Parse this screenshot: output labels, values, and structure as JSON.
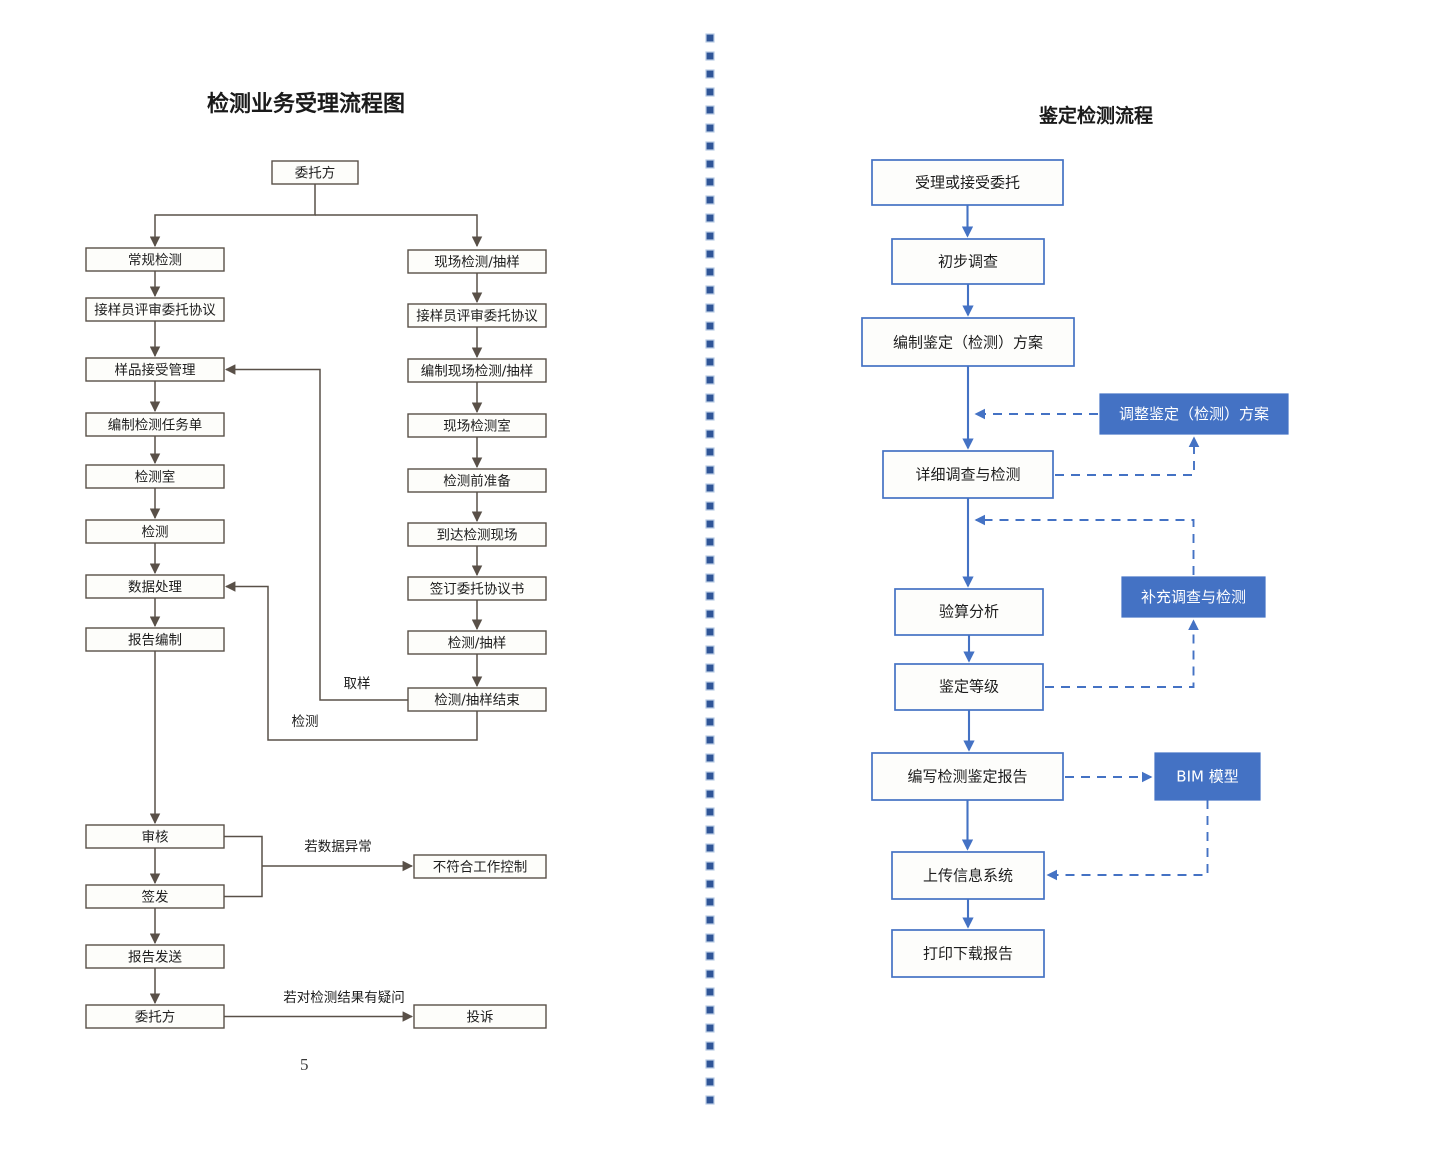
{
  "page": {
    "page_number": "5",
    "background_color": "#ffffff"
  },
  "colors": {
    "left_box_stroke": "#595048",
    "left_box_fill": "#fdfdfa",
    "right_accent": "#4472c4",
    "right_filled_text": "#ffffff",
    "divider_square": "#2f5597"
  },
  "left_chart": {
    "title": "检测业务受理流程图",
    "root": {
      "label": "委托方"
    },
    "left_branch": [
      {
        "label": "常规检测"
      },
      {
        "label": "接样员评审委托协议"
      },
      {
        "label": "样品接受管理"
      },
      {
        "label": "编制检测任务单"
      },
      {
        "label": "检测室"
      },
      {
        "label": "检测"
      },
      {
        "label": "数据处理"
      },
      {
        "label": "报告编制"
      },
      {
        "label": "审核"
      },
      {
        "label": "签发"
      },
      {
        "label": "报告发送"
      },
      {
        "label": "委托方"
      }
    ],
    "right_branch": [
      {
        "label": "现场检测/抽样"
      },
      {
        "label": "接样员评审委托协议"
      },
      {
        "label": "编制现场检测/抽样"
      },
      {
        "label": "现场检测室"
      },
      {
        "label": "检测前准备"
      },
      {
        "label": "到达检测现场"
      },
      {
        "label": "签订委托协议书"
      },
      {
        "label": "检测/抽样"
      },
      {
        "label": "检测/抽样结束"
      }
    ],
    "side_boxes": [
      {
        "label": "不符合工作控制"
      },
      {
        "label": "投诉"
      }
    ],
    "edge_labels": [
      {
        "label": "取样"
      },
      {
        "label": "检测"
      },
      {
        "label": "若数据异常"
      },
      {
        "label": "若对检测结果有疑问"
      }
    ]
  },
  "right_chart": {
    "title": "鉴定检测流程",
    "main_steps": [
      {
        "label": "受理或接受委托"
      },
      {
        "label": "初步调查"
      },
      {
        "label": "编制鉴定（检测）方案"
      },
      {
        "label": "详细调查与检测"
      },
      {
        "label": "验算分析"
      },
      {
        "label": "鉴定等级"
      },
      {
        "label": "编写检测鉴定报告"
      },
      {
        "label": "上传信息系统"
      },
      {
        "label": "打印下载报告"
      }
    ],
    "side_steps": [
      {
        "label": "调整鉴定（检测）方案",
        "style": "filled"
      },
      {
        "label": "补充调查与检测",
        "style": "filled"
      },
      {
        "label": "BIM 模型",
        "style": "filled"
      }
    ]
  }
}
